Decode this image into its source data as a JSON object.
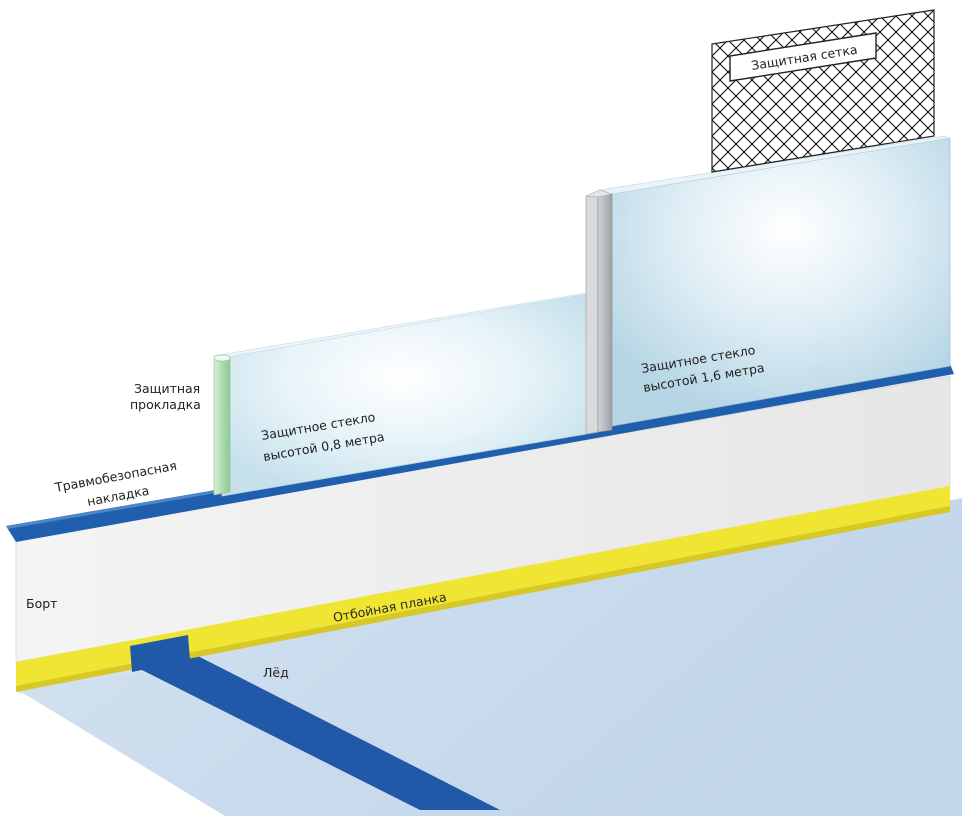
{
  "labels": {
    "net": "Защитная сетка",
    "pad_line1": "Защитная",
    "pad_line2": "прокладка",
    "overlay_line1": "Травмобезопасная",
    "overlay_line2": "накладка",
    "glass_low_line1": "Защитное стекло",
    "glass_low_line2": "высотой 0,8 метра",
    "glass_high_line1": "Защитное стекло",
    "glass_high_line2": "высотой 1,6 метра",
    "board": "Борт",
    "kickplate": "Отбойная планка",
    "ice": "Лёд"
  },
  "colors": {
    "glass": "#dcecf3",
    "blue_trim": "#1f5fae",
    "yellow_strip": "#f0e532",
    "board": "#eeeeee",
    "ice": "#c9dcee",
    "pad_green": "#a9d8ad",
    "post_gray": "#b9bcbf"
  }
}
